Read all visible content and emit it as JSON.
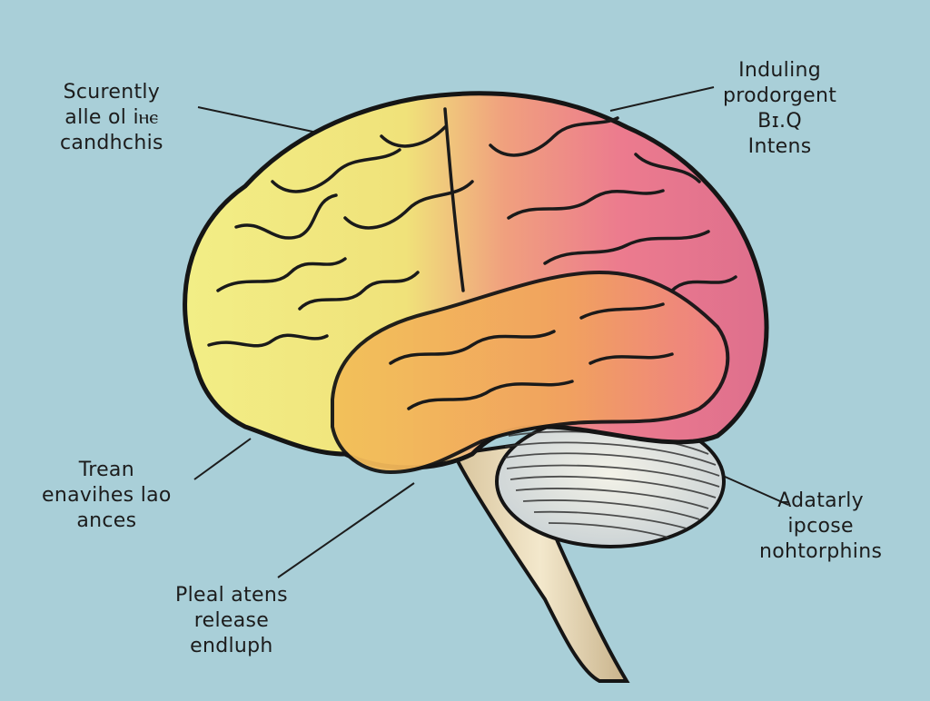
{
  "background_color": "#a9cfd8",
  "colors": {
    "frontal": "#f0ea78",
    "parietal": "#ec7c8e",
    "temporal": "#f1b35a",
    "cerebellum": "#dfe3e6",
    "brainstem": "#e7d8b8",
    "outline": "#151515"
  },
  "labels": {
    "top_left": [
      "Scurently",
      "alle ol iⲏⲉ",
      "candhchis"
    ],
    "top_right": [
      "Induling",
      "prodorgent",
      "Bɪ.Q",
      "Intens"
    ],
    "mid_left": [
      "Trean",
      "enavihes lao",
      "ances"
    ],
    "bottom_left": [
      "Pleal atens",
      "release",
      "endluph"
    ],
    "mid_right": [
      "Adatarly",
      "ipcose",
      "nohtorphins"
    ]
  }
}
